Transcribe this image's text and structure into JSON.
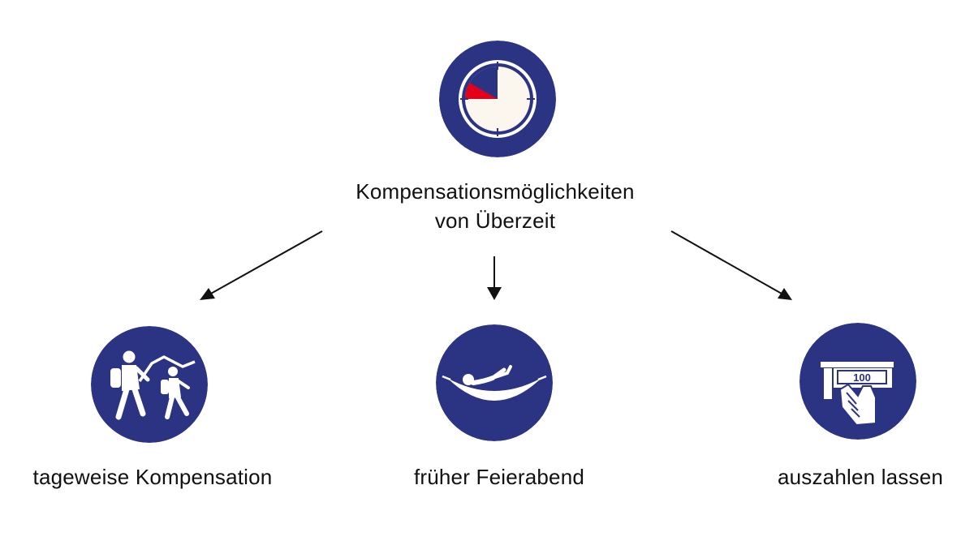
{
  "colors": {
    "circle_fill": "#2b3383",
    "icon_fill": "#ffffff",
    "clock_face": "#fbf6ee",
    "accent_red": "#e3001b",
    "arrow": "#111111",
    "text": "#111111"
  },
  "root": {
    "title_line1": "Kompensationsmöglichkeiten",
    "title_line2": "von Überzeit",
    "icon": "stopwatch-icon"
  },
  "options": [
    {
      "id": "days",
      "label": "tageweise Kompensation",
      "icon": "hikers-icon"
    },
    {
      "id": "early",
      "label": "früher Feierabend",
      "icon": "hammock-icon"
    },
    {
      "id": "payout",
      "label": "auszahlen lassen",
      "icon": "cash-withdrawal-icon",
      "icon_text": "100"
    }
  ]
}
